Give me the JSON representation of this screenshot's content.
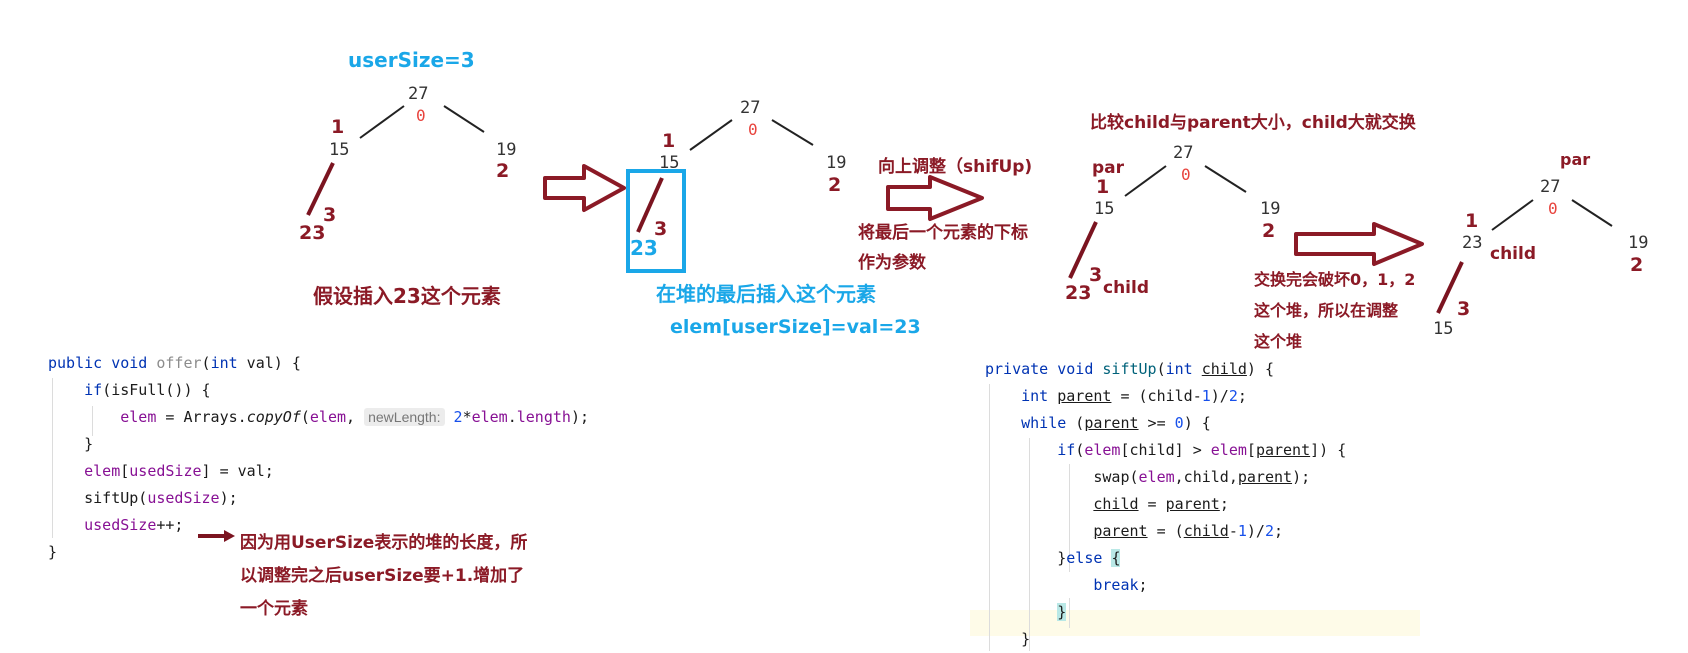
{
  "colors": {
    "annotation_red": "#8b1a26",
    "annotation_blue": "#1aa7e8",
    "index_red": "#e8433d",
    "keyword": "#0033b3",
    "field": "#871094",
    "number": "#1750eb"
  },
  "step1": {
    "user_size": "userSize=3",
    "root_value": "27",
    "root_index": "0",
    "left_index": "1",
    "left_value": "15",
    "right_value": "19",
    "right_index": "2",
    "new_index": "3",
    "new_value": "23",
    "caption": "假设插入23这个元素"
  },
  "step2": {
    "root_value": "27",
    "root_index": "0",
    "left_index": "1",
    "left_value": "15",
    "right_value": "19",
    "right_index": "2",
    "new_index": "3",
    "new_value": "23",
    "caption": "在堆的最后插入这个元素",
    "assign": "elem[userSize]=val=23"
  },
  "step3": {
    "arrow_title": "向上调整（shifUp)",
    "arrow_note_1": "将最后一个元素的下标",
    "arrow_note_2": "作为参数",
    "heading": "比较child与parent大小，child大就交换",
    "par_label": "par",
    "root_value": "27",
    "root_index": "0",
    "left_index": "1",
    "left_value": "15",
    "right_value": "19",
    "right_index": "2",
    "new_index": "3",
    "new_value": "23",
    "child_label": "child"
  },
  "step4": {
    "note_1": "交换完会破坏0，1，2",
    "note_2": "这个堆，所以在调整",
    "note_3": "这个堆",
    "par_label": "par",
    "root_value": "27",
    "root_index": "0",
    "left_index": "1",
    "left_value": "23",
    "child_label": "child",
    "right_value": "19",
    "right_index": "2",
    "new_index": "3",
    "new_value": "15"
  },
  "offer_code": {
    "l1_kw": "public void ",
    "l1_fn": "offer",
    "l1_p": "(",
    "l1_kw2": "int",
    "l1_rest": " val) {",
    "l2_kw": "if",
    "l2_rest": "(isFull()) {",
    "l3_f1": "elem",
    "l3_eq": " = Arrays.",
    "l3_fn": "copyOf",
    "l3_p": "(",
    "l3_f2": "elem",
    "l3_c": ", ",
    "l3_hint": "newLength:",
    "l3_n": "2",
    "l3_m": "*",
    "l3_f3": "elem",
    "l3_dot": ".",
    "l3_f4": "length",
    "l3_end": ");",
    "l4": "}",
    "l5_f": "elem",
    "l5_b": "[",
    "l5_f2": "usedSize",
    "l5_rest": "] = val;",
    "l6_a": "siftUp(",
    "l6_f": "usedSize",
    "l6_b": ");",
    "l7_f": "usedSize",
    "l7_rest": "++;",
    "l8": "}"
  },
  "offer_note": {
    "line1": "因为用UserSize表示的堆的长度，所",
    "line2": "以调整完之后userSize要+1.增加了",
    "line3": "一个元素"
  },
  "sift_code": {
    "l1_kw": "private void ",
    "l1_fn": "siftUp",
    "l1_p": "(",
    "l1_kw2": "int",
    "l1_sp": " ",
    "l1_v": "child",
    "l1_end": ") {",
    "l2_kw": "int",
    "l2_sp": " ",
    "l2_v": "parent",
    "l2_a": " = (child-",
    "l2_n1": "1",
    "l2_b": ")/",
    "l2_n2": "2",
    "l2_c": ";",
    "l3_kw": "while",
    "l3_a": " (",
    "l3_v": "parent",
    "l3_b": " >= ",
    "l3_n": "0",
    "l3_c": ") {",
    "l4_kw": "if",
    "l4_a": "(",
    "l4_f": "elem",
    "l4_b": "[child] > ",
    "l4_f2": "elem",
    "l4_c": "[",
    "l4_v": "parent",
    "l4_d": "]) {",
    "l5_a": "swap(",
    "l5_f": "elem",
    "l5_b": ",child,",
    "l5_v": "parent",
    "l5_c": ");",
    "l6_v": "child",
    "l6_a": " = ",
    "l6_v2": "parent",
    "l6_b": ";",
    "l7_v": "parent",
    "l7_a": " = (",
    "l7_v2": "child",
    "l7_b": "-",
    "l7_n1": "1",
    "l7_c": ")/",
    "l7_n2": "2",
    "l7_d": ";",
    "l8_a": "}",
    "l8_kw": "else",
    "l8_sp": " ",
    "l8_b": "{",
    "l9_kw": "break",
    "l9_a": ";",
    "l10": "}",
    "l11": "}"
  }
}
